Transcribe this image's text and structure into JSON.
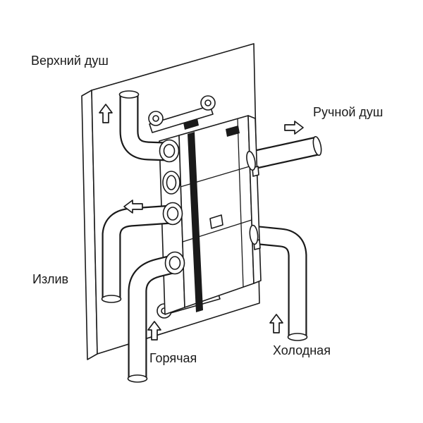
{
  "diagram": {
    "type": "plumbing-installation-schematic",
    "labels": {
      "upper_shower": "Верхний душ",
      "hand_shower": "Ручной душ",
      "spout": "Излив",
      "hot": "Горячая",
      "cold": "Холодная"
    },
    "arrows": [
      {
        "at": "upper_shower",
        "direction": "up"
      },
      {
        "at": "hand_shower",
        "direction": "right"
      },
      {
        "at": "spout",
        "direction": "left"
      },
      {
        "at": "hot",
        "direction": "up"
      },
      {
        "at": "cold",
        "direction": "up"
      }
    ],
    "colors": {
      "line": "#1a1a1a",
      "background": "#ffffff"
    }
  }
}
